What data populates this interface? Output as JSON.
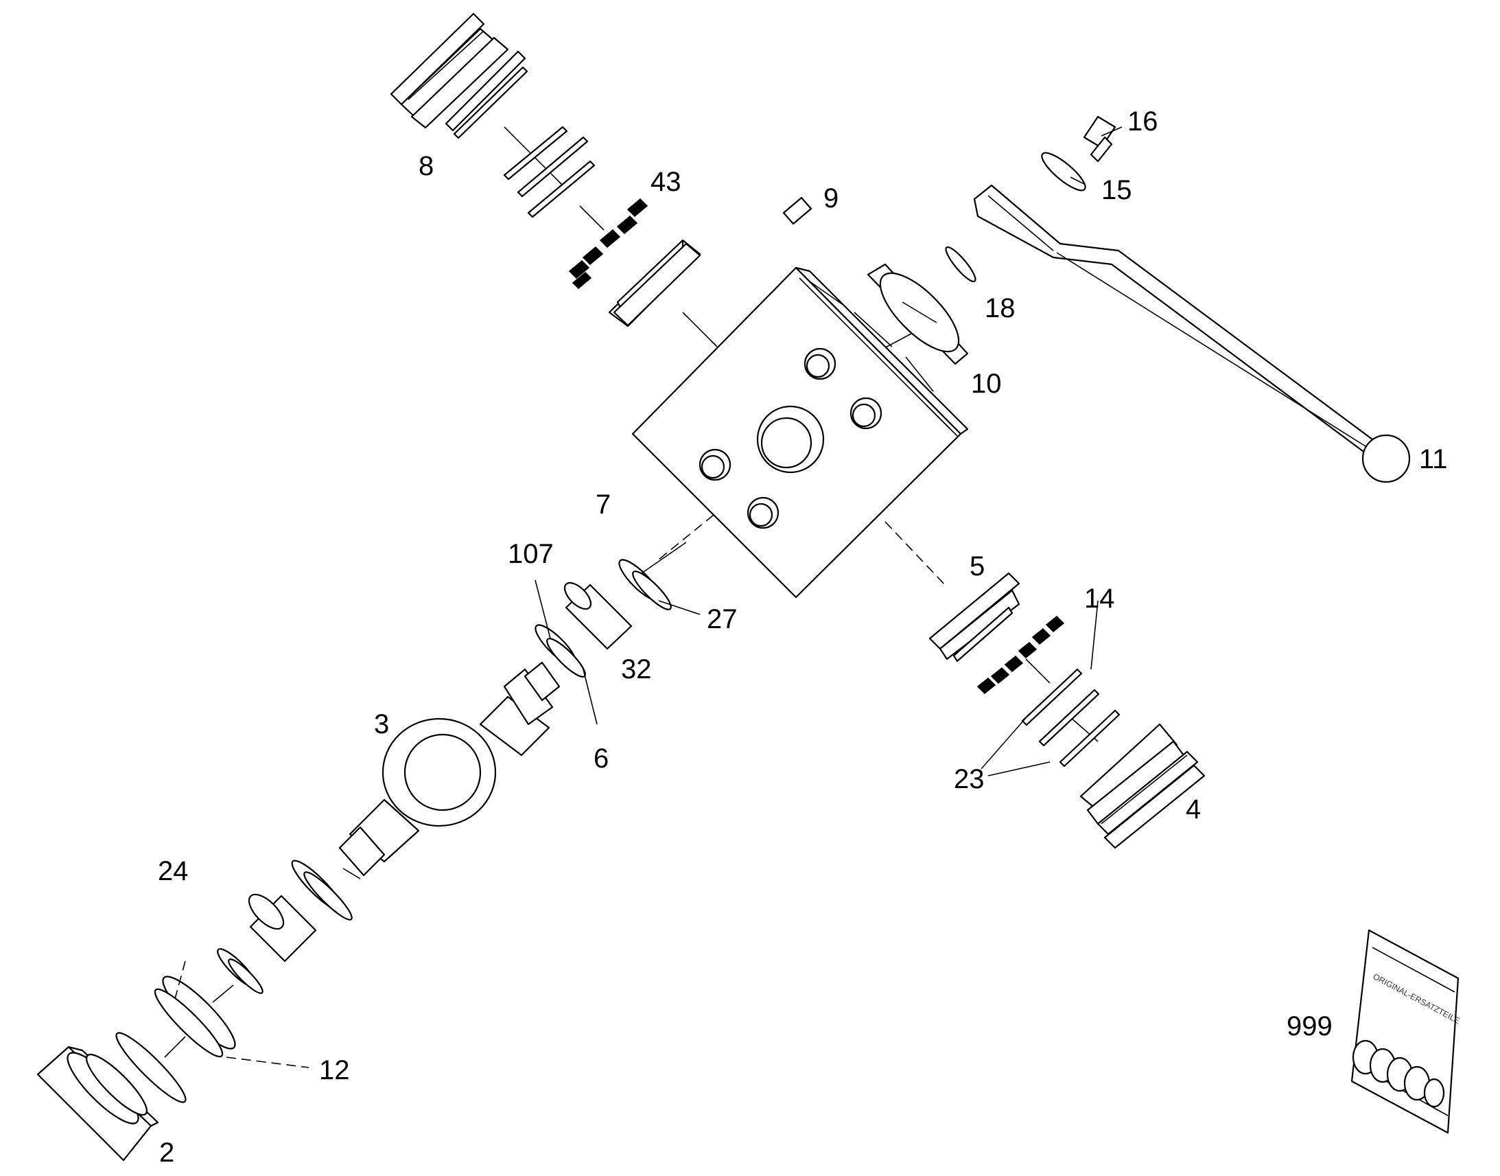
{
  "callouts": [
    {
      "id": "2",
      "label": "2"
    },
    {
      "id": "3",
      "label": "3"
    },
    {
      "id": "4",
      "label": "4"
    },
    {
      "id": "5",
      "label": "5"
    },
    {
      "id": "6",
      "label": "6"
    },
    {
      "id": "7",
      "label": "7"
    },
    {
      "id": "8",
      "label": "8"
    },
    {
      "id": "9",
      "label": "9"
    },
    {
      "id": "10",
      "label": "10"
    },
    {
      "id": "11",
      "label": "11"
    },
    {
      "id": "12",
      "label": "12"
    },
    {
      "id": "14",
      "label": "14"
    },
    {
      "id": "15",
      "label": "15"
    },
    {
      "id": "16",
      "label": "16"
    },
    {
      "id": "18",
      "label": "18"
    },
    {
      "id": "23",
      "label": "23"
    },
    {
      "id": "24",
      "label": "24"
    },
    {
      "id": "27",
      "label": "27"
    },
    {
      "id": "32",
      "label": "32"
    },
    {
      "id": "43",
      "label": "43"
    },
    {
      "id": "107",
      "label": "107"
    },
    {
      "id": "999",
      "label": "999"
    }
  ],
  "spare_parts_bag": {
    "label": "ORIGINAL-ERSATZTEILE"
  }
}
